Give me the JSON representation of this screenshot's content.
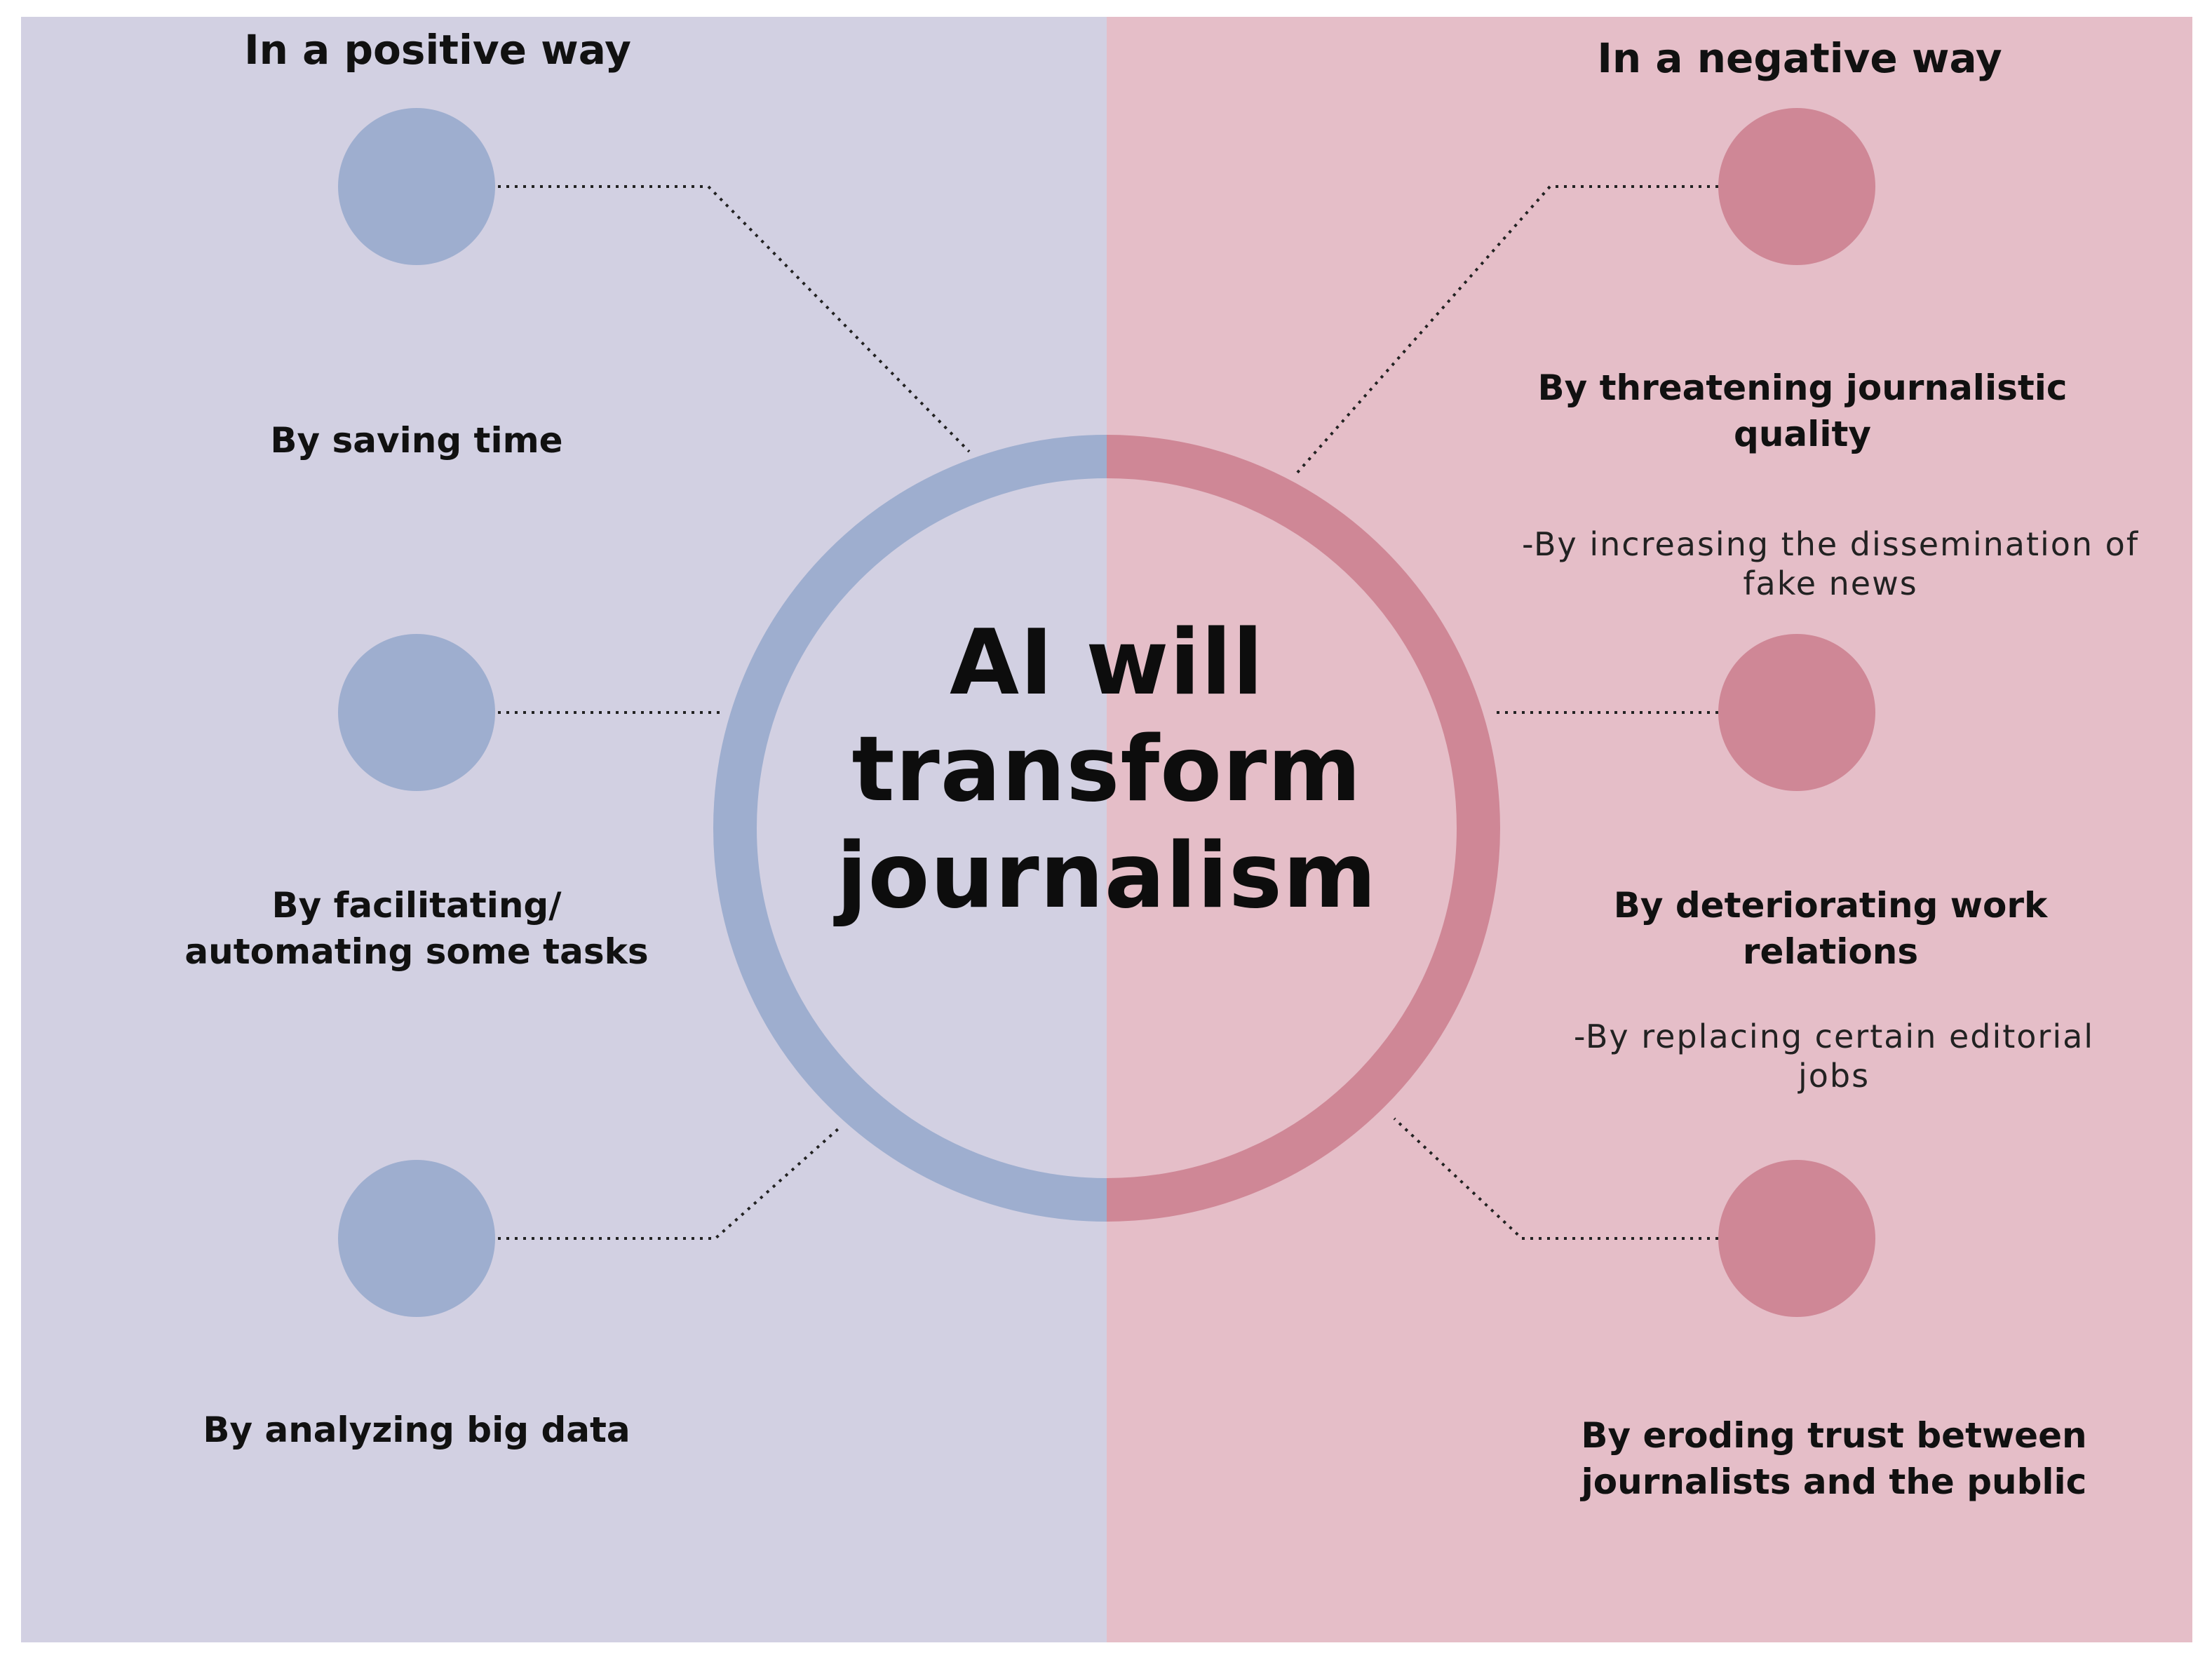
{
  "title": "AI will transform journalism",
  "colors": {
    "positive_background": "#d2d0e2",
    "negative_background": "#e5bec8",
    "positive_accent": "#9eaecf",
    "negative_accent": "#cf8796",
    "text": "#111111"
  },
  "positive": {
    "heading": "In a positive way",
    "items": [
      {
        "label": "By saving time"
      },
      {
        "label": "By facilitating/ automating some tasks"
      },
      {
        "label": "By analyzing big data"
      }
    ]
  },
  "negative": {
    "heading": "In a negative way",
    "items": [
      {
        "label": "By threatening journalistic quality",
        "detail": "-By increasing the dissemination of fake news"
      },
      {
        "label": "By deteriorating work relations",
        "detail": "-By replacing certain editorial jobs"
      },
      {
        "label": "By eroding trust between journalists and the public"
      }
    ]
  }
}
